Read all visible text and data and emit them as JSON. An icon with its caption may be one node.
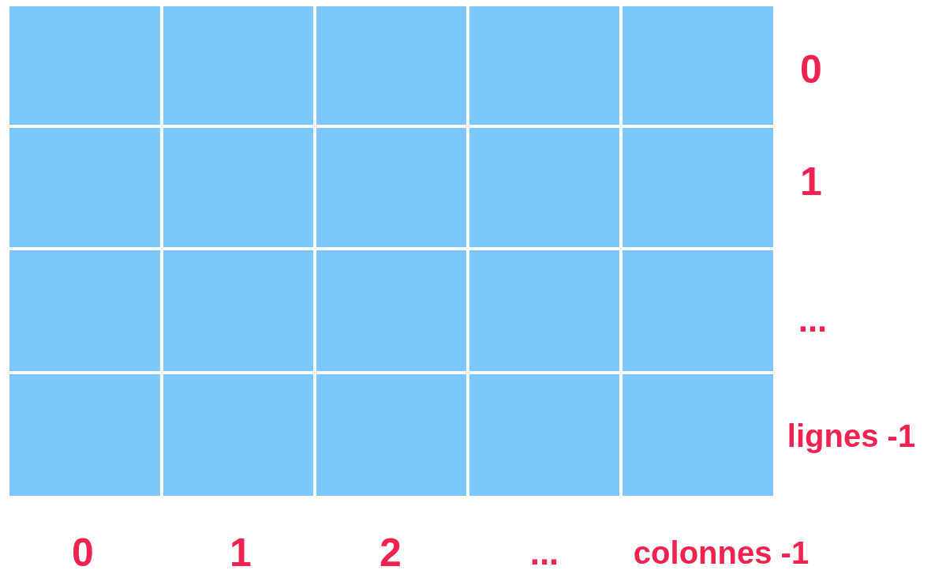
{
  "diagram": {
    "labels": [
      "0",
      "1",
      "...",
      "lignes -1",
      "0",
      "1",
      "2",
      "...",
      "colonnes -1"
    ]
  }
}
